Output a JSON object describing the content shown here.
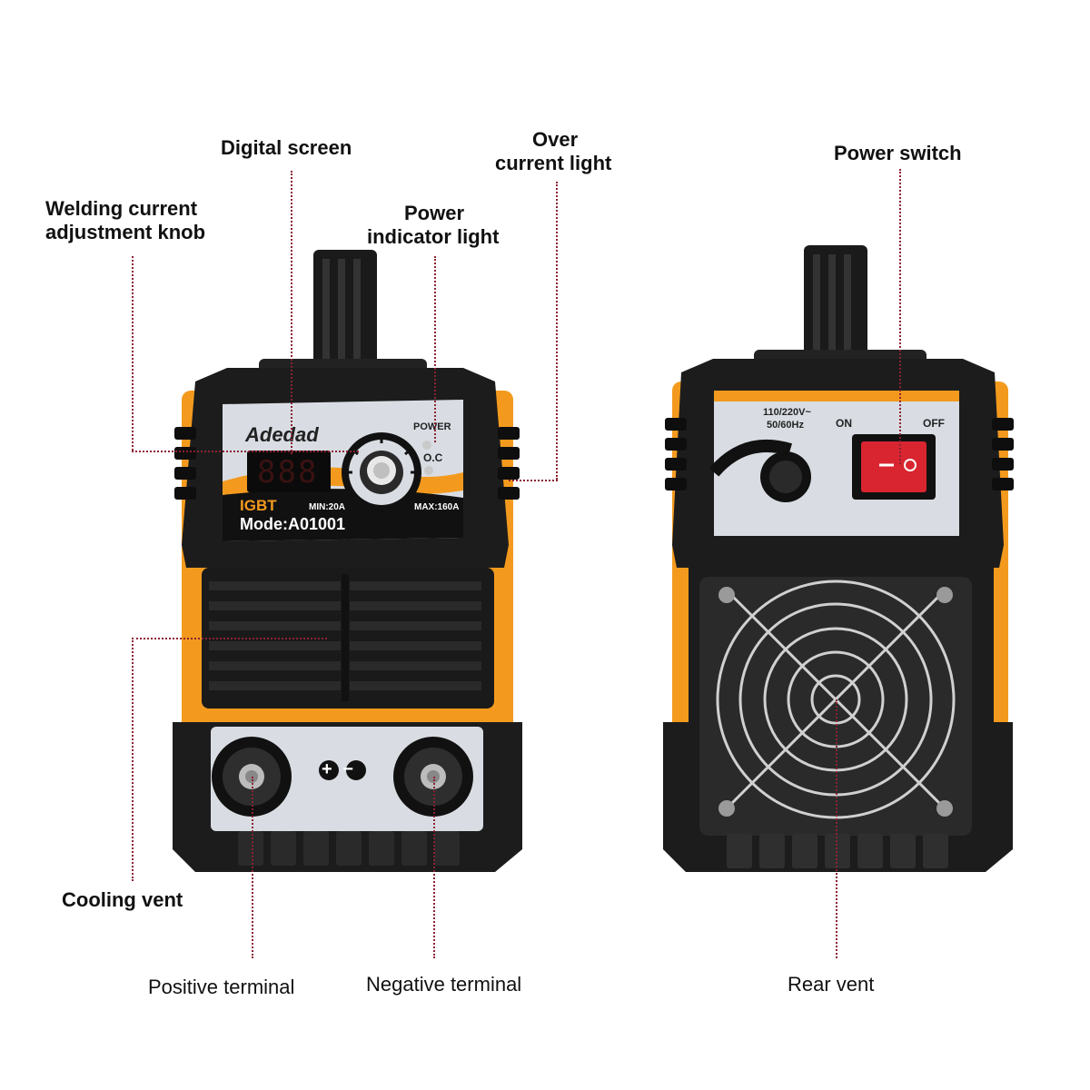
{
  "labels": {
    "digital_screen": "Digital screen",
    "over_current_1": "Over",
    "over_current_2": "current light",
    "welding_knob_1": "Welding current",
    "welding_knob_2": "adjustment knob",
    "power_indicator_1": "Power",
    "power_indicator_2": "indicator light",
    "power_switch": "Power switch",
    "cooling_vent": "Cooling vent",
    "positive_terminal": "Positive terminal",
    "negative_terminal": "Negative terminal",
    "rear_vent": "Rear vent"
  },
  "front_panel": {
    "brand": "Adedad",
    "power": "POWER",
    "oc": "O.C",
    "display": "888",
    "igbt": "IGBT",
    "min": "MIN:20A",
    "max": "MAX:160A",
    "model": "Mode:A01001",
    "polarity": "+ −"
  },
  "rear_panel": {
    "voltage": "110/220V~",
    "frequency": "50/60Hz",
    "on": "ON",
    "off": "OFF",
    "switch_symbol": "— o"
  },
  "colors": {
    "body": "#1c1c1c",
    "accent_orange": "#f39a1e",
    "panel_grey": "#d9dde3",
    "leader_line": "#8b2232",
    "switch_red": "#d8252f"
  }
}
